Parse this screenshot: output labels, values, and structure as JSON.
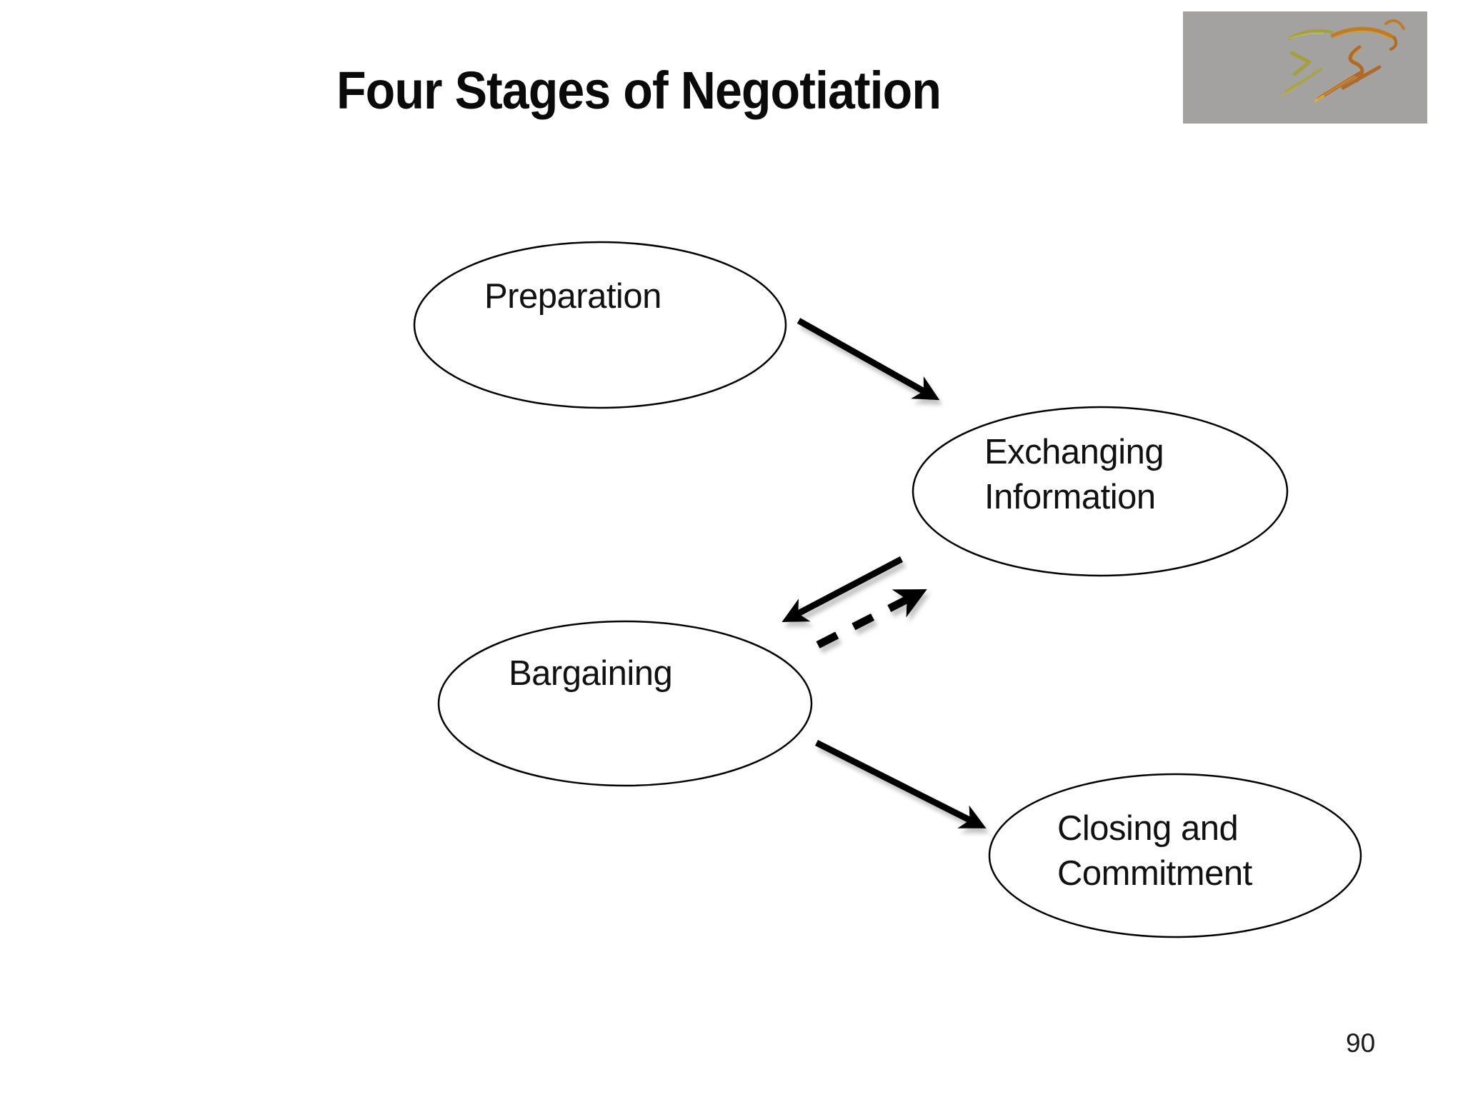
{
  "slide": {
    "title": "Four Stages of Negotiation",
    "page_number": "90",
    "background_color": "#ffffff"
  },
  "logo": {
    "description": "abstract runner swoosh logo on gray rectangle",
    "background_color": "#a4a2a1",
    "stroke_color_olive": "#a3a03a",
    "stroke_color_orange": "#c07c22"
  },
  "diagram": {
    "type": "flow",
    "nodes": [
      {
        "id": "preparation",
        "label": "Preparation"
      },
      {
        "id": "exchanging-information",
        "line1": "Exchanging",
        "line2": "Information"
      },
      {
        "id": "bargaining",
        "label": "Bargaining"
      },
      {
        "id": "closing-commitment",
        "line1": "Closing and",
        "line2": "Commitment"
      }
    ],
    "edges": [
      {
        "from": "preparation",
        "to": "exchanging-information",
        "style": "solid"
      },
      {
        "from": "exchanging-information",
        "to": "bargaining",
        "style": "solid"
      },
      {
        "from": "bargaining",
        "to": "exchanging-information",
        "style": "dashed"
      },
      {
        "from": "bargaining",
        "to": "closing-commitment",
        "style": "solid"
      }
    ]
  }
}
